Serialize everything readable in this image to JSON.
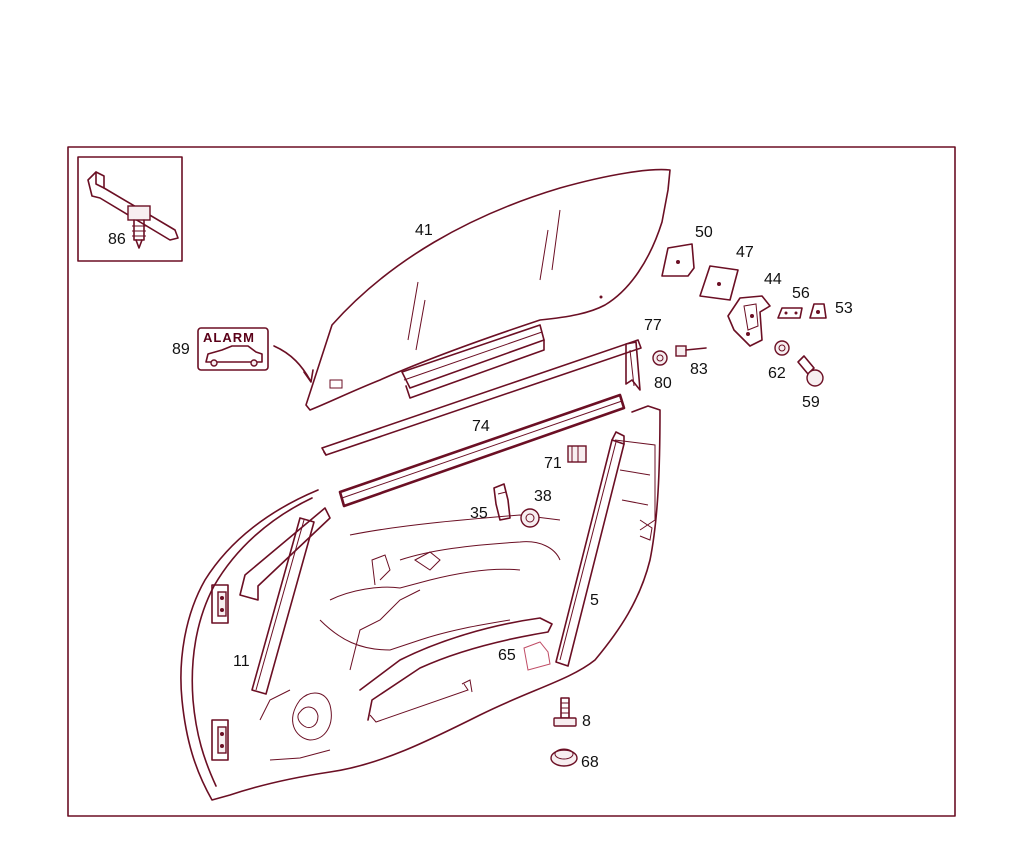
{
  "diagram": {
    "callouts": {
      "p86": "86",
      "p41": "41",
      "p50": "50",
      "p47": "47",
      "p44": "44",
      "p56": "56",
      "p53": "53",
      "p77": "77",
      "p89": "89",
      "p80": "80",
      "p83": "83",
      "p62": "62",
      "p59": "59",
      "p74": "74",
      "p71": "71",
      "p38": "38",
      "p35": "35",
      "p5": "5",
      "p11": "11",
      "p65": "65",
      "p8": "8",
      "p68": "68"
    },
    "alarm_label": "ALARM",
    "line_color": "#6b0f24"
  }
}
